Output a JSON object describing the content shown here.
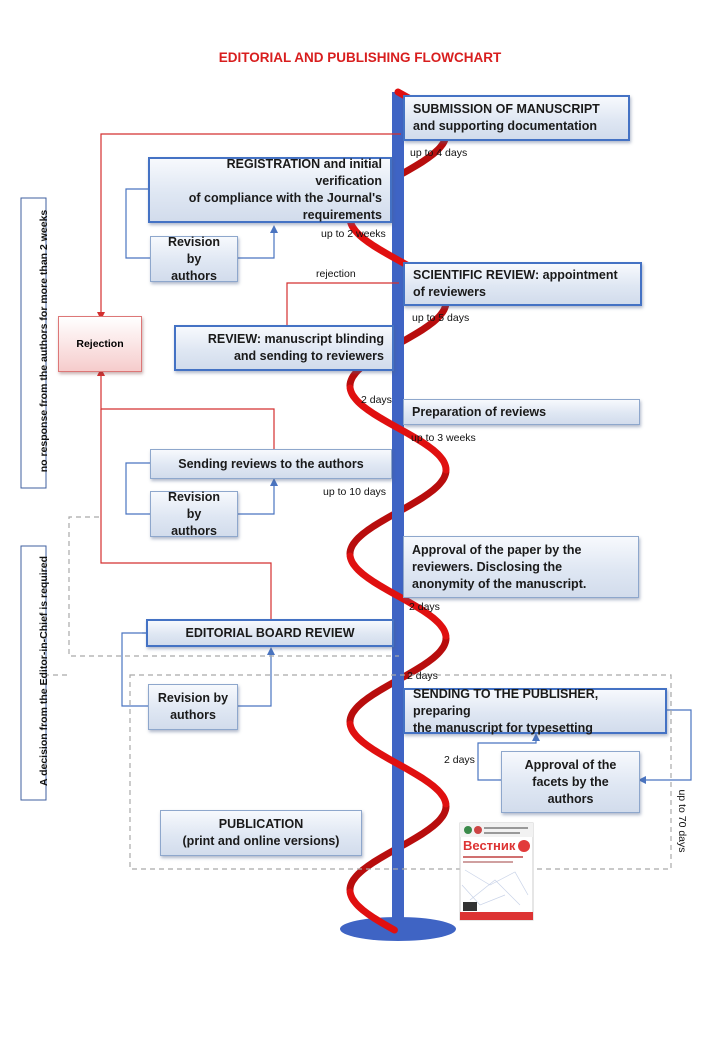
{
  "title": "EDITORIAL AND PUBLISHING FLOWCHART",
  "left_notes": {
    "no_response": "no response from the authors for more than 2 weeks",
    "decision": "A decision from the Editor-in-Chief is required"
  },
  "rejection": "Rejection",
  "steps": {
    "submission": [
      "SUBMISSION OF MANUSCRIPT",
      "and supporting documentation"
    ],
    "registration": [
      "REGISTRATION and initial verification",
      "of compliance with the Journal's",
      "requirements"
    ],
    "revision_1": [
      "Revision by",
      "authors"
    ],
    "scientific_review": [
      "SCIENTIFIC REVIEW: appointment",
      "of reviewers"
    ],
    "review_blinding": [
      "REVIEW: manuscript blinding",
      "and sending to reviewers"
    ],
    "preparation": "Preparation of reviews",
    "sending_reviews": "Sending reviews to the authors",
    "revision_2": [
      "Revision by",
      "authors"
    ],
    "approval": [
      "Approval of the paper by the",
      "reviewers. Disclosing the",
      "anonymity of the manuscript."
    ],
    "editorial_board": "EDITORIAL BOARD REVIEW",
    "revision_3": [
      "Revision by",
      "authors"
    ],
    "publisher": [
      "SENDING TO THE PUBLISHER, preparing",
      "the manuscript for typesetting"
    ],
    "facets": [
      "Approval of the",
      "facets by the",
      "authors"
    ],
    "publication": [
      "PUBLICATION",
      "(print and online versions)"
    ]
  },
  "durations": {
    "d1": "up to 4 days",
    "d2": "up to 2 weeks",
    "rejection_label": "rejection",
    "d3": "up to 5 days",
    "d4": "2 days",
    "d5": "up to 3 weeks",
    "d6": "up to 10 days",
    "d7": "2 days",
    "d8": "2 days",
    "d9": "2 days",
    "d10": "up to 70 days"
  },
  "journal_cover": {
    "title": "Вестник"
  },
  "colors": {
    "title_red": "#d81e1e",
    "helix_red": "#e01010",
    "pole_blue": "#3f64c4",
    "flow_red": "#d43030",
    "flow_blue": "#4a74c0",
    "box_border": "#4472c4"
  }
}
